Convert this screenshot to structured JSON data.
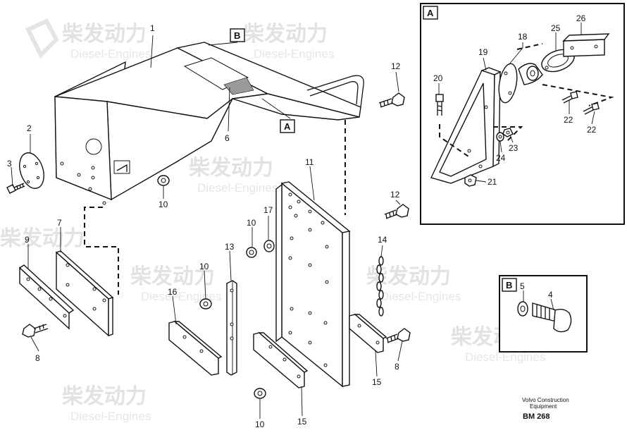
{
  "watermark": {
    "brand": "柴发动力",
    "sub": "Diesel-Engines"
  },
  "references": {
    "a": "A",
    "b": "B"
  },
  "callouts": {
    "n1": "1",
    "n2": "2",
    "n3": "3",
    "n4": "4",
    "n5": "5",
    "n6": "6",
    "n7": "7",
    "n8": "8",
    "n9": "9",
    "n10": "10",
    "n11": "11",
    "n12": "12",
    "n13": "13",
    "n14": "14",
    "n15": "15",
    "n16": "16",
    "n17": "17",
    "n18": "18",
    "n19": "19",
    "n20": "20",
    "n21": "21",
    "n22": "22",
    "n23": "23",
    "n24": "24",
    "n25": "25",
    "n26": "26"
  },
  "footer": {
    "line1": "Volvo Construction",
    "line2": "Equipment",
    "code": "BM 268"
  }
}
